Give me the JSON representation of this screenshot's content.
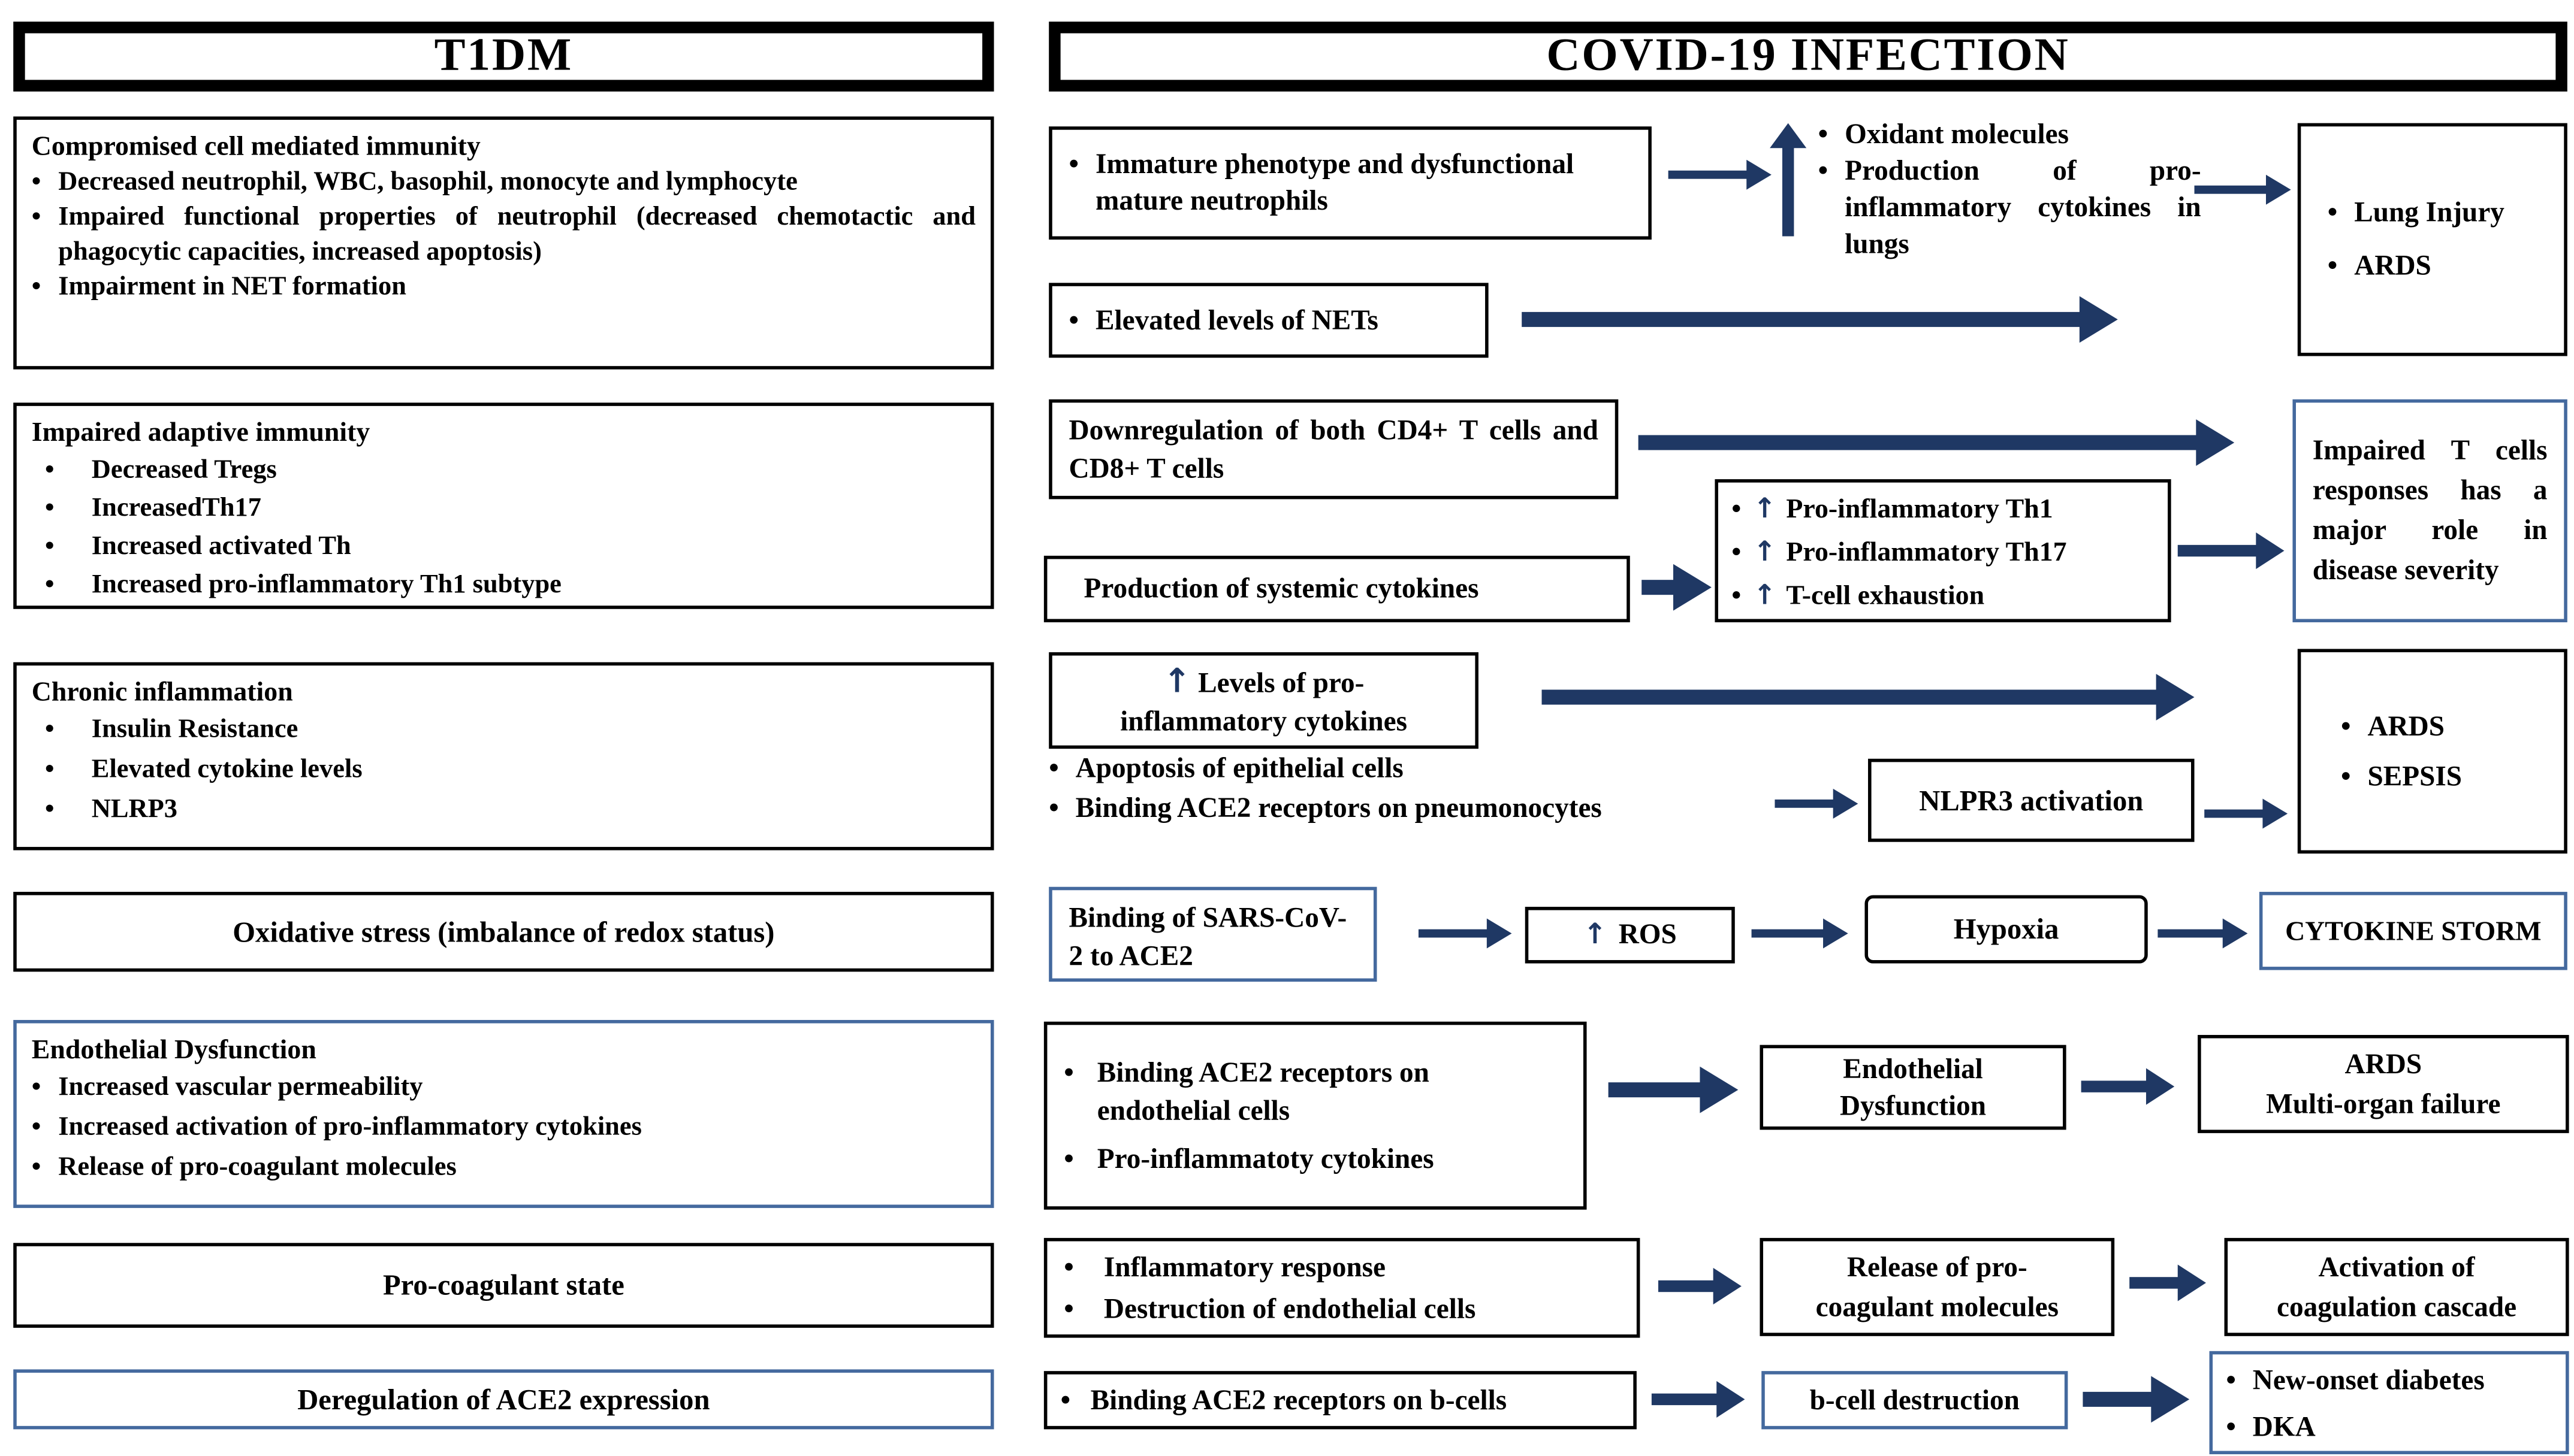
{
  "colors": {
    "arrow": "#1f3864",
    "blue_border": "#44699e",
    "border": "#000000"
  },
  "left": {
    "header": "T1DM",
    "compromised": {
      "title": "Compromised cell mediated immunity",
      "bullets": [
        "Decreased neutrophil, WBC, basophil, monocyte and lymphocyte",
        "Impaired functional properties of neutrophil (decreased chemotactic and phagocytic capacities, increased apoptosis)",
        "Impairment in NET formation"
      ]
    },
    "adaptive": {
      "title": "Impaired adaptive immunity",
      "bullets": [
        "Decreased Tregs",
        "IncreasedTh17",
        "Increased activated Th",
        "Increased pro-inflammatory Th1 subtype"
      ]
    },
    "chronic": {
      "title": "Chronic inflammation",
      "bullets": [
        "Insulin Resistance",
        "Elevated cytokine levels",
        "NLRP3"
      ]
    },
    "oxidative": "Oxidative stress (imbalance of redox status)",
    "endothelial": {
      "title": "Endothelial Dysfunction",
      "bullets": [
        "Increased vascular permeability",
        "Increased activation of pro-inflammatory cytokines",
        "Release of pro-coagulant molecules"
      ]
    },
    "procoagulant": "Pro-coagulant state",
    "ace2": "Deregulation of ACE2 expression"
  },
  "right": {
    "header": "COVID-19 INFECTION",
    "row1": {
      "neutrophils": "Immature phenotype and dysfunctional mature neutrophils",
      "oxidants": [
        "Oxidant molecules",
        "Production of pro-inflammatory cytokines in lungs"
      ],
      "outcomes": [
        "Lung Injury",
        "ARDS"
      ],
      "nets": "Elevated levels of NETs"
    },
    "row2": {
      "downregulation": "Downregulation of both CD4+ T cells and CD8+ T cells",
      "systemic": "Production of systemic cytokines",
      "th": [
        "Pro-inflammatory Th1",
        "Pro-inflammatory Th17",
        "T-cell exhaustion"
      ],
      "outcome": "Impaired T cells responses has a major role in disease severity"
    },
    "row3": {
      "levels": "Levels of pro-inflammatory cytokines",
      "mechanisms": [
        "Apoptosis of epithelial cells",
        "Binding ACE2 receptors on pneumonocytes"
      ],
      "nlpr3": "NLPR3 activation",
      "outcomes": [
        "ARDS",
        "SEPSIS"
      ]
    },
    "row4": {
      "binding": "Binding of SARS-CoV-2 to ACE2",
      "ros": "ROS",
      "hypoxia": "Hypoxia",
      "storm": "CYTOKINE STORM"
    },
    "row5": {
      "mechanisms": [
        "Binding ACE2 receptors on endothelial cells",
        "Pro-inflammatoty cytokines"
      ],
      "dysfunction": "Endothelial Dysfunction",
      "outcome": "ARDS\nMulti-organ failure"
    },
    "row6": {
      "mechanisms": [
        "Inflammatory response",
        "Destruction of endothelial cells"
      ],
      "release": "Release of pro-coagulant molecules",
      "activation": "Activation of coagulation cascade"
    },
    "row7": {
      "binding": "Binding ACE2 receptors on b-cells",
      "destruction": "b-cell destruction",
      "outcomes": [
        "New-onset diabetes",
        "DKA"
      ]
    }
  }
}
